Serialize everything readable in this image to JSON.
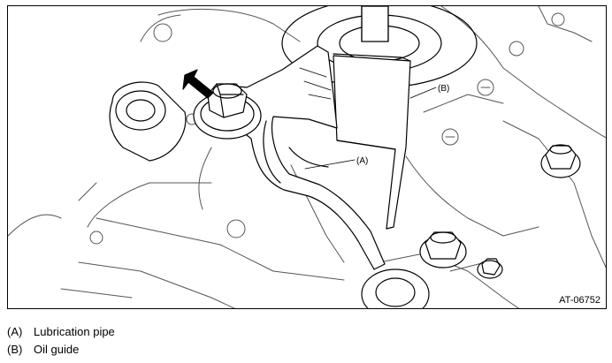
{
  "figure": {
    "code": "AT-06752",
    "callouts": {
      "a": "(A)",
      "b": "(B)"
    }
  },
  "legend": [
    {
      "key": "(A)",
      "label": "Lubrication pipe"
    },
    {
      "key": "(B)",
      "label": "Oil guide"
    }
  ]
}
